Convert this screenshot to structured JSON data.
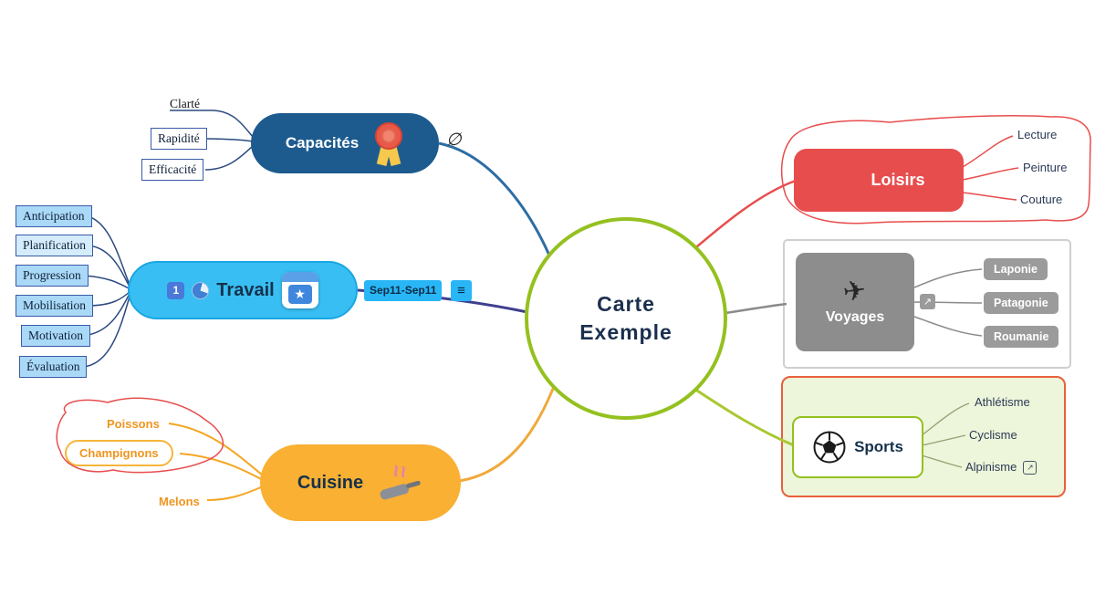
{
  "center": {
    "lines": [
      "Carte",
      "Exemple"
    ]
  },
  "branches": {
    "capacites": {
      "label": "Capacités",
      "children": [
        "Clarté",
        "Rapidité",
        "Efficacité"
      ],
      "symbol": "∅"
    },
    "travail": {
      "label": "Travail",
      "badge": "1",
      "tag": "Sep11-Sep11",
      "children": [
        "Anticipation",
        "Planification",
        "Progression",
        "Mobilisation",
        "Motivation",
        "Évaluation"
      ]
    },
    "cuisine": {
      "label": "Cuisine",
      "children": [
        "Poissons",
        "Champignons",
        "Melons"
      ]
    },
    "loisirs": {
      "label": "Loisirs",
      "children": [
        "Lecture",
        "Peinture",
        "Couture"
      ]
    },
    "voyages": {
      "label": "Voyages",
      "children": [
        "Laponie",
        "Patagonie",
        "Roumanie"
      ]
    },
    "sports": {
      "label": "Sports",
      "children": [
        "Athlétisme",
        "Cyclisme",
        "Alpinisme"
      ]
    }
  },
  "icons": {
    "external_link": "↗",
    "notes": "≡",
    "plane": "✈",
    "star": "★"
  },
  "colors": {
    "center_border": "#94c11f",
    "capacites_fill": "#1d5b8e",
    "travail_fill": "#38bef3",
    "cuisine_fill": "#f9b033",
    "loisirs_fill": "#e84d4d",
    "voyages_fill": "#8d8d8d",
    "sports_border": "#94c11f",
    "sports_area_fill": "#edf5da",
    "boundary_red": "#e84d4d"
  }
}
